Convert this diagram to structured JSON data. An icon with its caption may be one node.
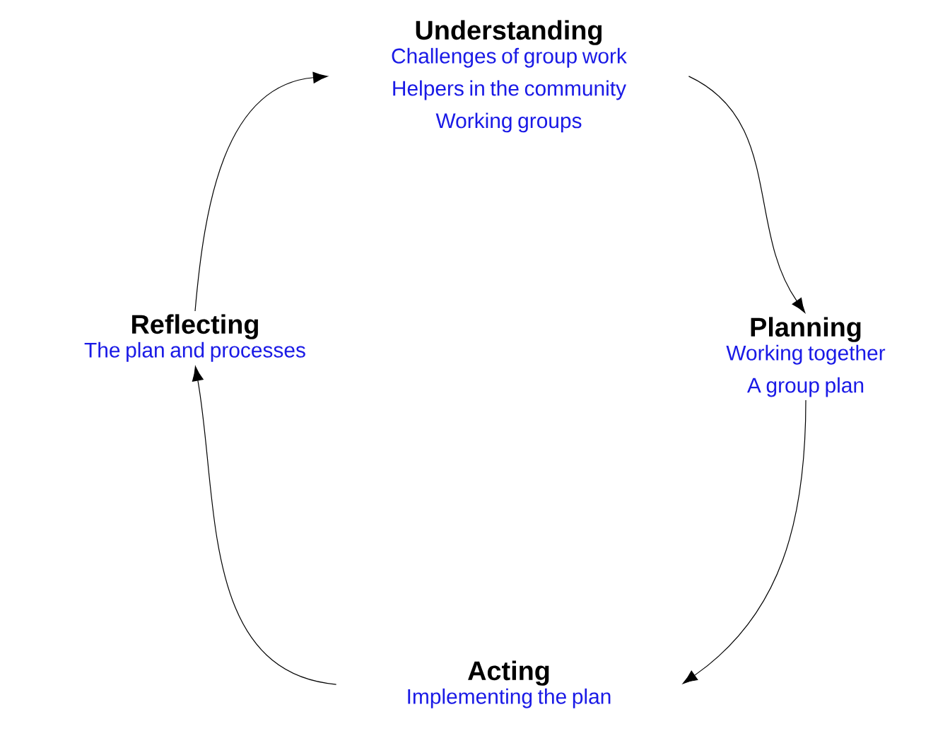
{
  "diagram": {
    "nodes": [
      {
        "text": [
          "Understanding",
          "Challenges of group work",
          "Helpers in the community",
          "Working groups"
        ]
      },
      {
        "text": [
          "Planning",
          "Working together",
          "A group plan"
        ]
      },
      {
        "text": [
          "Acting",
          "Implementing the plan"
        ]
      },
      {
        "text": [
          "Reflecting",
          "The plan and processes"
        ]
      }
    ],
    "edges": [
      {
        "from": 0,
        "to": 1,
        "arrow": "to"
      },
      {
        "from": 1,
        "to": 2,
        "arrow": "to"
      },
      {
        "from": 2,
        "to": 3,
        "arrow": "to"
      },
      {
        "from": 3,
        "to": 0,
        "arrow": "to"
      }
    ]
  }
}
